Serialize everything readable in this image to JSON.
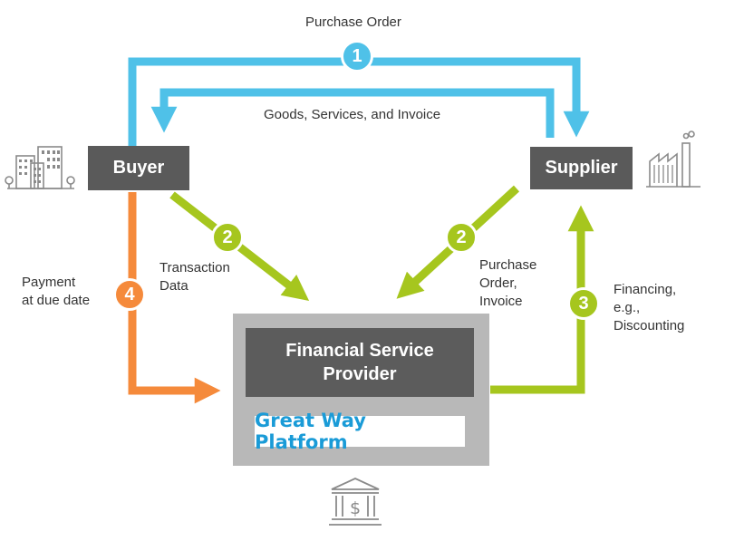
{
  "colors": {
    "blue": "#4fc1e8",
    "green": "#a6c61e",
    "orange": "#f58a3b",
    "node_dark": "#5a5a5a",
    "provider_outer": "#b8b8b8",
    "provider_inner": "#5c5c5c",
    "platform_text": "#1a9bd7",
    "icon_gray": "#8a8a8a"
  },
  "nodes": {
    "buyer": "Buyer",
    "supplier": "Supplier",
    "provider": "Financial Service\nProvider",
    "platform": "Great Way Platform"
  },
  "flows": {
    "step1": {
      "number": "1",
      "label": "Purchase Order"
    },
    "return_flow": {
      "label": "Goods, Services, and Invoice"
    },
    "step2_buyer": {
      "number": "2",
      "label": "Transaction\nData"
    },
    "step2_supplier": {
      "number": "2",
      "label": "Purchase\nOrder,\nInvoice"
    },
    "step3": {
      "number": "3",
      "label": "Financing,\ne.g.,\nDiscounting"
    },
    "step4": {
      "number": "4",
      "label": "Payment\nat due date"
    }
  },
  "icons": {
    "buyer_icon": "office-buildings-icon",
    "supplier_icon": "factory-icon",
    "provider_icon": "bank-icon"
  }
}
